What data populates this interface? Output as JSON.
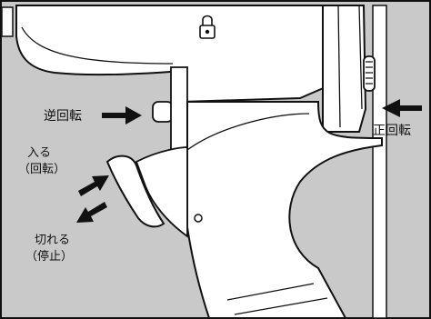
{
  "colors": {
    "background": "#c9c9c9",
    "tool_body": "#ffffff",
    "outline": "#111111",
    "arrow": "#111111"
  },
  "labels": {
    "reverse_rotation": "逆回転",
    "forward_rotation": "正回転",
    "on_line1": "入る",
    "on_line2": "（回転）",
    "off_line1": "切れる",
    "off_line2": "（停止）"
  },
  "icons": {
    "lock": "lock-icon"
  }
}
